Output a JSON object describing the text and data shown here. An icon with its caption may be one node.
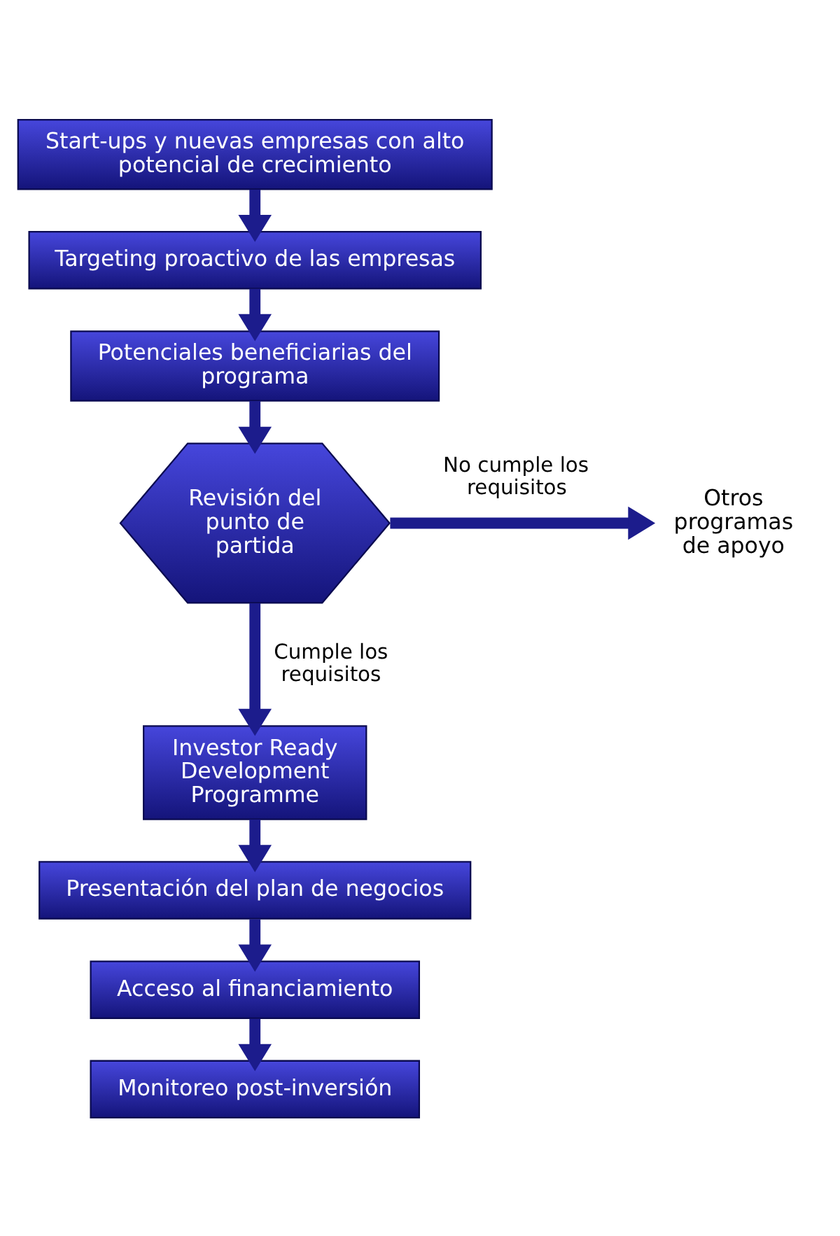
{
  "diagram": {
    "nodes": [
      {
        "text": [
          "Start-ups y nuevas empresas con alto potencial de crecimiento"
        ]
      },
      {
        "text": [
          "Targeting proactivo de las empresas"
        ]
      },
      {
        "text": [
          "Potenciales beneficiarias del programa"
        ]
      },
      {
        "text": [
          "Revisión del punto de partida"
        ]
      },
      {
        "text": [
          "Otros programas de apoyo"
        ]
      },
      {
        "text": [
          "Investor Ready Development Programme"
        ]
      },
      {
        "text": [
          "Presentación del plan de negocios"
        ]
      },
      {
        "text": [
          "Acceso al financiamiento"
        ]
      },
      {
        "text": [
          "Monitoreo post-inversión"
        ]
      }
    ],
    "edges": [
      {
        "from": 0,
        "to": 1,
        "arrow": "to"
      },
      {
        "from": 1,
        "to": 2,
        "arrow": "to"
      },
      {
        "from": 2,
        "to": 3,
        "arrow": "to"
      },
      {
        "from": 3,
        "to": 4,
        "arrow": "to",
        "label": "No cumple los requisitos"
      },
      {
        "from": 3,
        "to": 5,
        "arrow": "to",
        "label": "Cumple los requisitos"
      },
      {
        "from": 5,
        "to": 6,
        "arrow": "to"
      },
      {
        "from": 6,
        "to": 7,
        "arrow": "to"
      },
      {
        "from": 7,
        "to": 8,
        "arrow": "to"
      }
    ]
  }
}
